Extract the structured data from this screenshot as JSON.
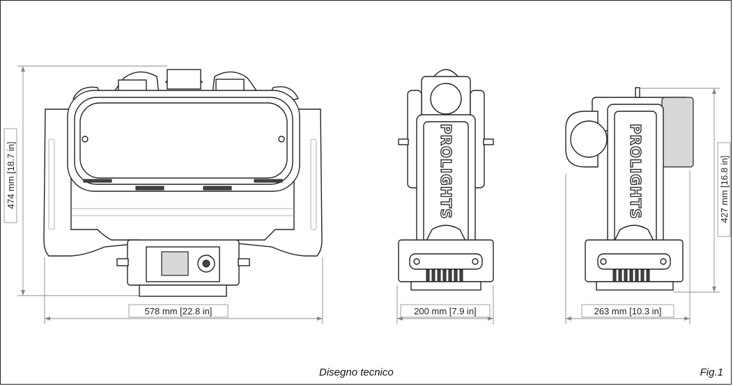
{
  "views": {
    "front": {
      "width_label": "578 mm [22.8 in]",
      "height_label": "474 mm [18.7 in]"
    },
    "side_left": {
      "width_label": "200 mm [7.9 in]",
      "brand": "PROLIGHTS"
    },
    "side_right": {
      "width_label": "263 mm [10.3 in]",
      "height_label": "427 mm [16.8 in]",
      "brand": "PROLIGHTS"
    }
  },
  "caption": {
    "title": "Disegno tecnico",
    "figure": "Fig.1"
  }
}
